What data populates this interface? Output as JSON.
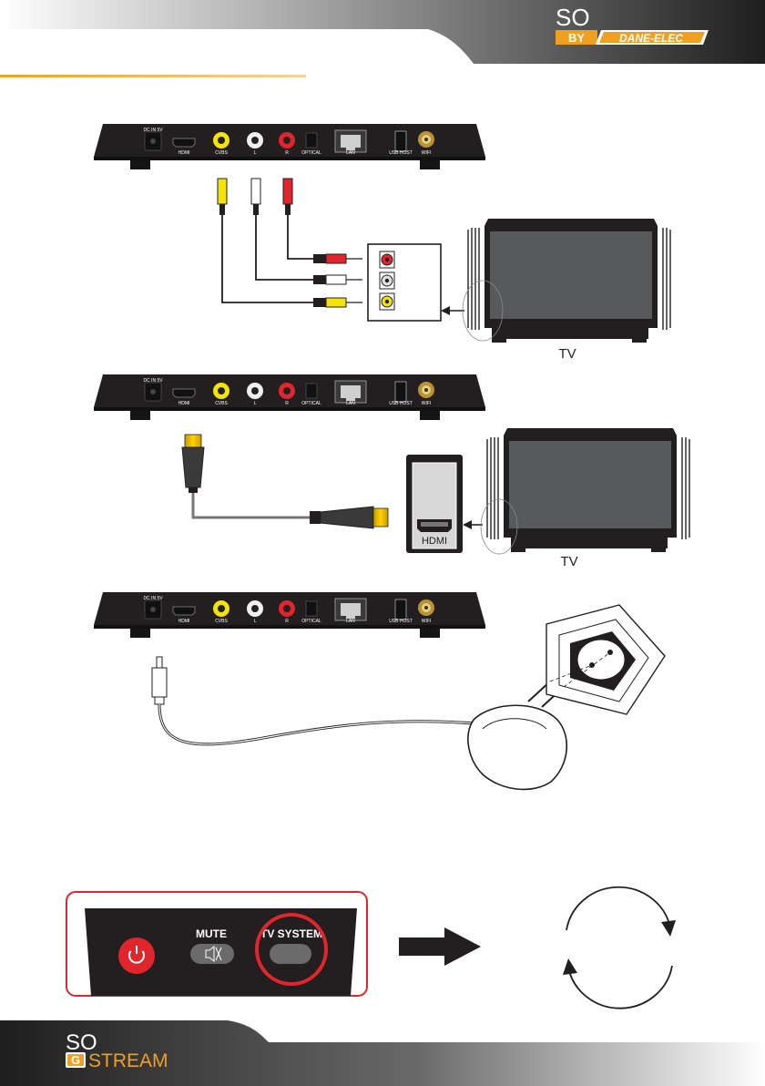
{
  "header": {
    "logo_so": "SO",
    "logo_by": "BY",
    "logo_brand": "DANE-ELEC"
  },
  "device_panel": {
    "dc_in": "DC IN 5V",
    "hdmi": "HDMI",
    "cvbs": "CVBS",
    "l": "L",
    "r": "R",
    "optical": "OPTICAL",
    "lan": "LAN",
    "usb_host": "USB HOST",
    "wifi": "WIFI"
  },
  "diagram1": {
    "tv_label": "TV"
  },
  "diagram2": {
    "tv_label": "TV",
    "hdmi_port_label": "HDMI"
  },
  "remote": {
    "mute_label": "MUTE",
    "tv_system_label": "TV SYSTEM"
  },
  "footer": {
    "logo_so": "SO",
    "logo_g": "G",
    "logo_stream": "STREAM"
  },
  "colors": {
    "header_dark": "#2b2b2b",
    "accent_orange": "#f0a020",
    "highlight_red": "#e1252c",
    "device_body": "#231f20",
    "tv_screen": "#58595b",
    "yellow_plug": "#f4e30a",
    "red_plug": "#e1252c"
  }
}
